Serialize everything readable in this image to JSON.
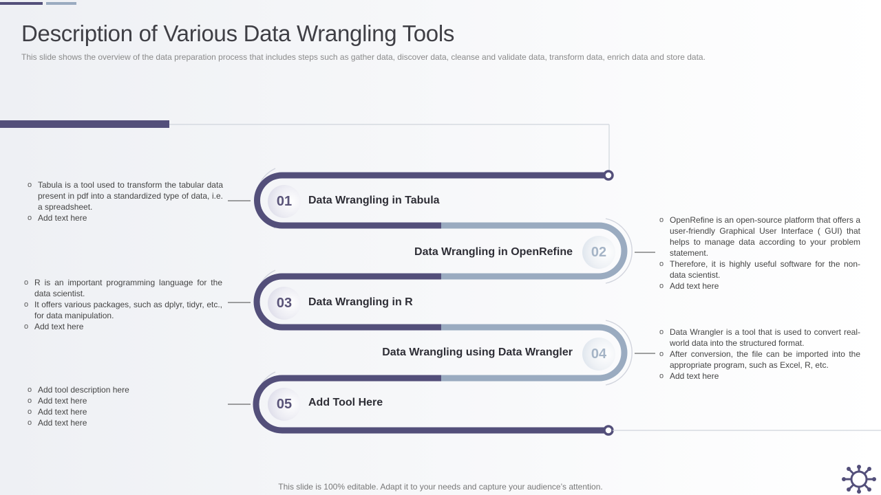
{
  "colors": {
    "dark": "#534f7a",
    "light": "#9aabc0",
    "thin": "#cfd4dc"
  },
  "header": {
    "title": "Description of Various Data Wrangling Tools",
    "subtitle": "This slide shows the overview of the data preparation process that includes steps such as gather data, discover data, cleanse and validate data, transform data, enrich data and store data."
  },
  "steps": [
    {
      "number": "01",
      "label": "Data Wrangling in Tabula",
      "side": "left",
      "bullets": [
        "Tabula is a tool used to transform the tabular data present in pdf into a standardized type of data, i.e. a spreadsheet.",
        "Add text here"
      ]
    },
    {
      "number": "02",
      "label": "Data Wrangling in OpenRefine",
      "side": "right",
      "bullets": [
        "OpenRefine is an open-source platform that offers a user-friendly Graphical User Interface ( GUI) that helps to manage data according to your problem statement.",
        "Therefore, it is highly useful software for the non-data scientist.",
        "Add text here"
      ]
    },
    {
      "number": "03",
      "label": "Data Wrangling in R",
      "side": "left",
      "bullets": [
        "R is an important programming language for the data scientist.",
        "It offers various packages, such as dplyr, tidyr, etc., for data manipulation.",
        "Add text here"
      ]
    },
    {
      "number": "04",
      "label": "Data Wrangling using Data Wrangler",
      "side": "right",
      "bullets": [
        "Data Wrangler is a tool that is used to convert real-world data into the structured format.",
        "After conversion, the file can be imported into the appropriate program, such as Excel, R, etc.",
        "Add text here"
      ]
    },
    {
      "number": "05",
      "label": "Add Tool Here",
      "side": "left",
      "bullets": [
        "Add tool description here",
        "Add text here",
        "Add text here",
        "Add text here"
      ]
    }
  ],
  "footer": "This slide is 100% editable. Adapt it to your needs and capture your audience’s attention.",
  "icons": {
    "corner": "gear-network-icon"
  }
}
